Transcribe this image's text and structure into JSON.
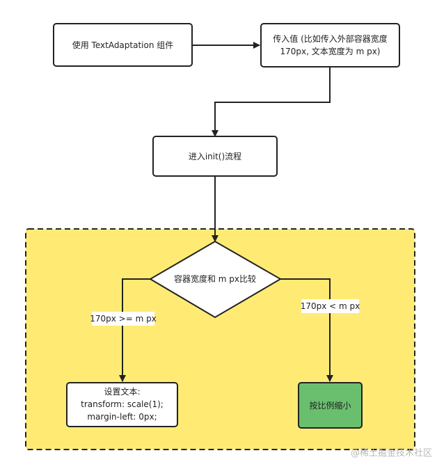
{
  "diagram": {
    "nodes": {
      "use_component": {
        "label": "使用 TextAdaptation 组件"
      },
      "pass_value": {
        "lines": [
          "传入值 (比如传入外部容器宽度",
          "170px, 文本宽度为 m px)"
        ]
      },
      "init_flow": {
        "label": "进入init()流程"
      },
      "compare": {
        "label": "容器宽度和 m px比较"
      },
      "set_text": {
        "lines": [
          "设置文本:",
          "transform: scale(1);",
          "margin-left: 0px;"
        ]
      },
      "scale_down": {
        "label": "按比例缩小"
      }
    },
    "edges": {
      "left_branch": {
        "label": "170px >= m px"
      },
      "right_branch": {
        "label": "170px < m px"
      }
    },
    "colors": {
      "container_fill": "#ffeb74",
      "container_stroke": "#222222",
      "node_fill": "#ffffff",
      "node_stroke": "#222222",
      "green_fill": "#6abf6f",
      "arrow": "#222222"
    }
  },
  "watermark": "@稀土掘金技术社区"
}
